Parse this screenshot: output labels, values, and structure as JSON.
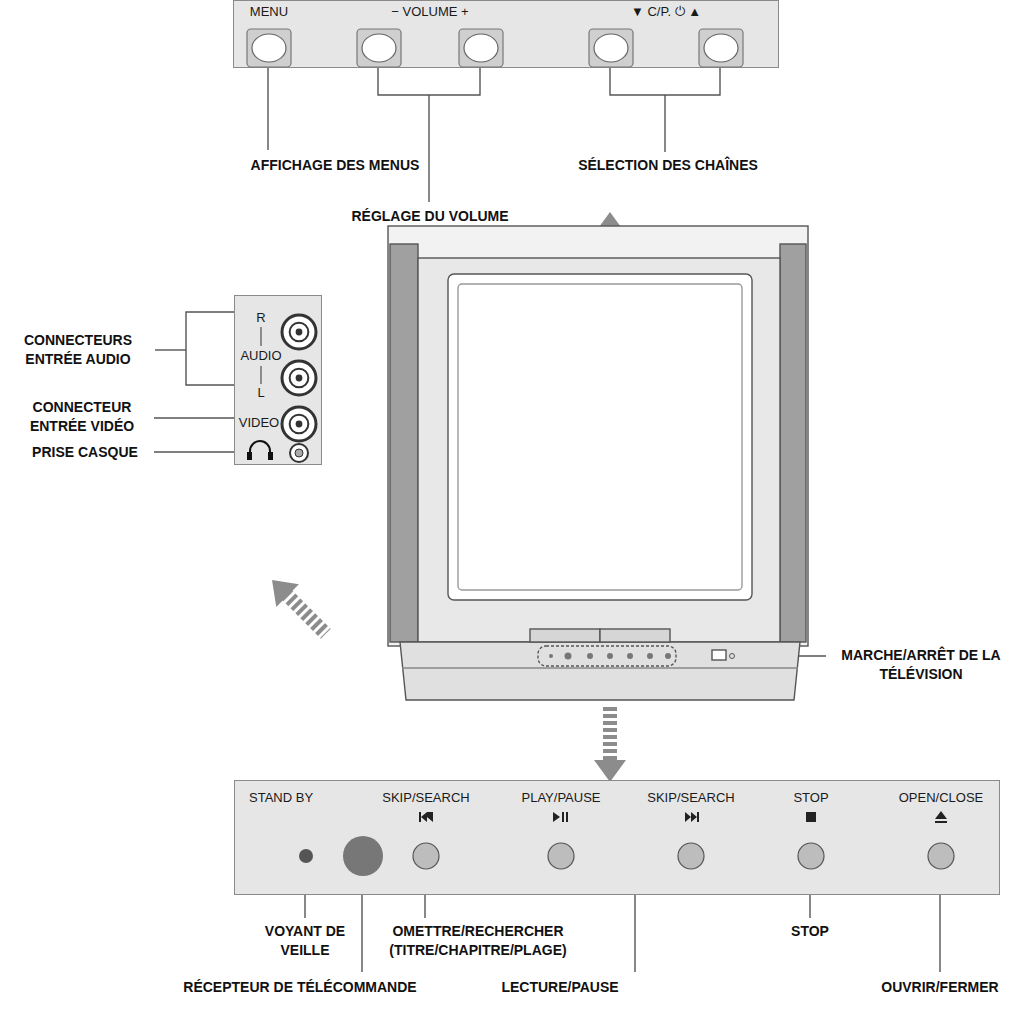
{
  "diagram": {
    "nodes": [
      {
        "text": [
          "MENU",
          "− VOLUME +",
          "▼ C/P. ⏻ ▲"
        ]
      },
      {
        "text": [
          "R",
          "AUDIO",
          "L",
          "VIDEO"
        ]
      },
      {
        "text": [
          "STAND BY",
          "SKIP/SEARCH",
          "PLAY/PAUSE",
          "SKIP/SEARCH",
          "STOP",
          "OPEN/CLOSE"
        ]
      }
    ],
    "labels": [
      "AFFICHAGE DES MENUS",
      "SÉLECTION DES CHAÎNES",
      "RÉGLAGE DU VOLUME",
      "CONNECTEURS ENTRÉE AUDIO",
      "CONNECTEUR ENTRÉE VIDÉO",
      "PRISE CASQUE",
      "MARCHE/ARRÊT DE LA TÉLÉVISION",
      "VOYANT DE VEILLE",
      "OMETTRE/RECHERCHER (TITRE/CHAPITRE/PLAGE)",
      "STOP",
      "RÉCEPTEUR DE TÉLÉCOMMANDE",
      "LECTURE/PAUSE",
      "OUVRIR/FERMER"
    ]
  }
}
